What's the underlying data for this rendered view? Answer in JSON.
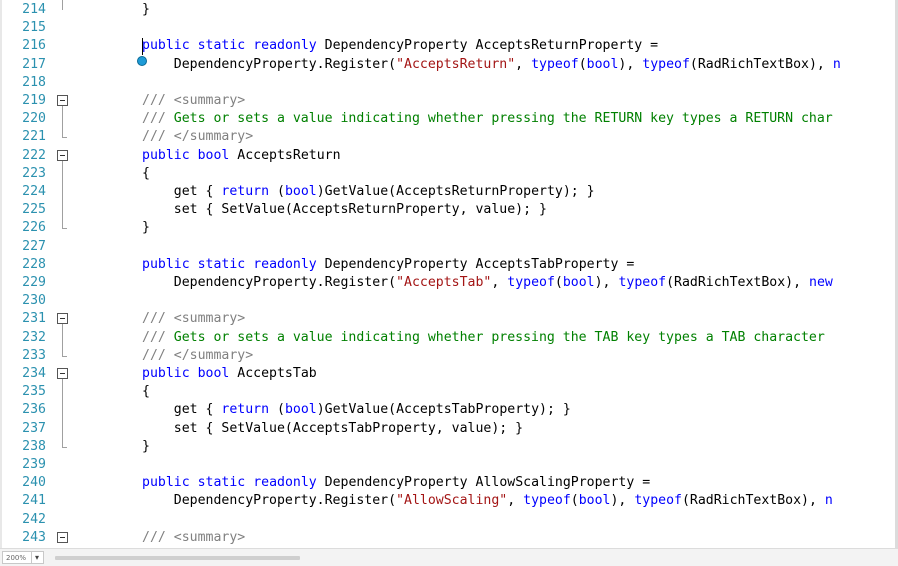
{
  "editor": {
    "lines": [
      {
        "n": "214",
        "fold": "",
        "tokens": [
          {
            "t": "}",
            "c": ""
          }
        ]
      },
      {
        "n": "215",
        "fold": "",
        "tokens": []
      },
      {
        "n": "216",
        "fold": "",
        "tokens": [
          {
            "t": "public",
            "c": "kw"
          },
          {
            "t": " ",
            "c": ""
          },
          {
            "t": "static",
            "c": "kw"
          },
          {
            "t": " ",
            "c": ""
          },
          {
            "t": "readonly",
            "c": "kw"
          },
          {
            "t": " DependencyProperty AcceptsReturnProperty =",
            "c": ""
          }
        ]
      },
      {
        "n": "217",
        "fold": "",
        "tokens": [
          {
            "t": "    DependencyProperty.Register(",
            "c": ""
          },
          {
            "t": "\"AcceptsReturn\"",
            "c": "str"
          },
          {
            "t": ", ",
            "c": ""
          },
          {
            "t": "typeof",
            "c": "kw"
          },
          {
            "t": "(",
            "c": ""
          },
          {
            "t": "bool",
            "c": "kw"
          },
          {
            "t": "), ",
            "c": ""
          },
          {
            "t": "typeof",
            "c": "kw"
          },
          {
            "t": "(RadRichTextBox), ",
            "c": ""
          },
          {
            "t": "n",
            "c": "kw"
          }
        ]
      },
      {
        "n": "218",
        "fold": "",
        "tokens": []
      },
      {
        "n": "219",
        "fold": "box",
        "tokens": [
          {
            "t": "/// ",
            "c": "cmt"
          },
          {
            "t": "<summary>",
            "c": "cmt"
          }
        ]
      },
      {
        "n": "220",
        "fold": "",
        "tokens": [
          {
            "t": "/// ",
            "c": "cmt"
          },
          {
            "t": "Gets or sets a value indicating whether pressing the RETURN key types a RETURN char",
            "c": "cm"
          }
        ]
      },
      {
        "n": "221",
        "fold": "",
        "tokens": [
          {
            "t": "/// ",
            "c": "cmt"
          },
          {
            "t": "</summary>",
            "c": "cmt"
          }
        ]
      },
      {
        "n": "222",
        "fold": "box",
        "tokens": [
          {
            "t": "public",
            "c": "kw"
          },
          {
            "t": " ",
            "c": ""
          },
          {
            "t": "bool",
            "c": "kw"
          },
          {
            "t": " AcceptsReturn",
            "c": ""
          }
        ]
      },
      {
        "n": "223",
        "fold": "",
        "tokens": [
          {
            "t": "{",
            "c": ""
          }
        ]
      },
      {
        "n": "224",
        "fold": "",
        "tokens": [
          {
            "t": "    get { ",
            "c": ""
          },
          {
            "t": "return",
            "c": "kw"
          },
          {
            "t": " (",
            "c": ""
          },
          {
            "t": "bool",
            "c": "kw"
          },
          {
            "t": ")GetValue(AcceptsReturnProperty); }",
            "c": ""
          }
        ]
      },
      {
        "n": "225",
        "fold": "",
        "tokens": [
          {
            "t": "    set { SetValue(AcceptsReturnProperty, value); }",
            "c": ""
          }
        ]
      },
      {
        "n": "226",
        "fold": "",
        "tokens": [
          {
            "t": "}",
            "c": ""
          }
        ]
      },
      {
        "n": "227",
        "fold": "",
        "tokens": []
      },
      {
        "n": "228",
        "fold": "",
        "tokens": [
          {
            "t": "public",
            "c": "kw"
          },
          {
            "t": " ",
            "c": ""
          },
          {
            "t": "static",
            "c": "kw"
          },
          {
            "t": " ",
            "c": ""
          },
          {
            "t": "readonly",
            "c": "kw"
          },
          {
            "t": " DependencyProperty AcceptsTabProperty =",
            "c": ""
          }
        ]
      },
      {
        "n": "229",
        "fold": "",
        "tokens": [
          {
            "t": "    DependencyProperty.Register(",
            "c": ""
          },
          {
            "t": "\"AcceptsTab\"",
            "c": "str"
          },
          {
            "t": ", ",
            "c": ""
          },
          {
            "t": "typeof",
            "c": "kw"
          },
          {
            "t": "(",
            "c": ""
          },
          {
            "t": "bool",
            "c": "kw"
          },
          {
            "t": "), ",
            "c": ""
          },
          {
            "t": "typeof",
            "c": "kw"
          },
          {
            "t": "(RadRichTextBox), ",
            "c": ""
          },
          {
            "t": "new",
            "c": "kw"
          }
        ]
      },
      {
        "n": "230",
        "fold": "",
        "tokens": []
      },
      {
        "n": "231",
        "fold": "box",
        "tokens": [
          {
            "t": "/// ",
            "c": "cmt"
          },
          {
            "t": "<summary>",
            "c": "cmt"
          }
        ]
      },
      {
        "n": "232",
        "fold": "",
        "tokens": [
          {
            "t": "/// ",
            "c": "cmt"
          },
          {
            "t": "Gets or sets a value indicating whether pressing the TAB key types a TAB character",
            "c": "cm"
          }
        ]
      },
      {
        "n": "233",
        "fold": "",
        "tokens": [
          {
            "t": "/// ",
            "c": "cmt"
          },
          {
            "t": "</summary>",
            "c": "cmt"
          }
        ]
      },
      {
        "n": "234",
        "fold": "box",
        "tokens": [
          {
            "t": "public",
            "c": "kw"
          },
          {
            "t": " ",
            "c": ""
          },
          {
            "t": "bool",
            "c": "kw"
          },
          {
            "t": " AcceptsTab",
            "c": ""
          }
        ]
      },
      {
        "n": "235",
        "fold": "",
        "tokens": [
          {
            "t": "{",
            "c": ""
          }
        ]
      },
      {
        "n": "236",
        "fold": "",
        "tokens": [
          {
            "t": "    get { ",
            "c": ""
          },
          {
            "t": "return",
            "c": "kw"
          },
          {
            "t": " (",
            "c": ""
          },
          {
            "t": "bool",
            "c": "kw"
          },
          {
            "t": ")GetValue(AcceptsTabProperty); }",
            "c": ""
          }
        ]
      },
      {
        "n": "237",
        "fold": "",
        "tokens": [
          {
            "t": "    set { SetValue(AcceptsTabProperty, value); }",
            "c": ""
          }
        ]
      },
      {
        "n": "238",
        "fold": "",
        "tokens": [
          {
            "t": "}",
            "c": ""
          }
        ]
      },
      {
        "n": "239",
        "fold": "",
        "tokens": []
      },
      {
        "n": "240",
        "fold": "",
        "tokens": [
          {
            "t": "public",
            "c": "kw"
          },
          {
            "t": " ",
            "c": ""
          },
          {
            "t": "static",
            "c": "kw"
          },
          {
            "t": " ",
            "c": ""
          },
          {
            "t": "readonly",
            "c": "kw"
          },
          {
            "t": " DependencyProperty AllowScalingProperty =",
            "c": ""
          }
        ]
      },
      {
        "n": "241",
        "fold": "",
        "tokens": [
          {
            "t": "    DependencyProperty.Register(",
            "c": ""
          },
          {
            "t": "\"AllowScaling\"",
            "c": "str"
          },
          {
            "t": ", ",
            "c": ""
          },
          {
            "t": "typeof",
            "c": "kw"
          },
          {
            "t": "(",
            "c": ""
          },
          {
            "t": "bool",
            "c": "kw"
          },
          {
            "t": "), ",
            "c": ""
          },
          {
            "t": "typeof",
            "c": "kw"
          },
          {
            "t": "(RadRichTextBox), ",
            "c": ""
          },
          {
            "t": "n",
            "c": "kw"
          }
        ]
      },
      {
        "n": "242",
        "fold": "",
        "tokens": []
      },
      {
        "n": "243",
        "fold": "box",
        "tokens": [
          {
            "t": "/// ",
            "c": "cmt"
          },
          {
            "t": "<summary>",
            "c": "cmt"
          }
        ]
      }
    ]
  },
  "statusbar": {
    "zoom_value": "200%",
    "zoom_arrow_icon": "chevron-down-icon"
  },
  "colors": {
    "keyword": "#0000ff",
    "string": "#a31515",
    "comment": "#008000",
    "xml_doc_tag": "#808080",
    "line_number": "#2b91af",
    "breakpoint": "#1e9bd7"
  }
}
